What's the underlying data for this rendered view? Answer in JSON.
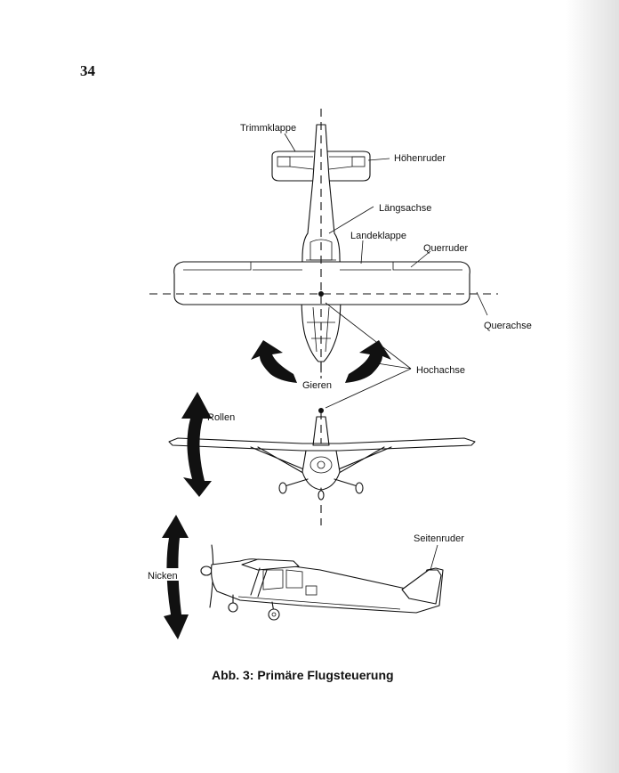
{
  "page_number": "34",
  "caption": "Abb. 3: Primäre Flugsteuerung",
  "labels": {
    "trimmklappe": "Trimmklappe",
    "hoehenruder": "Höhenruder",
    "laengsachse": "Längsachse",
    "landeklappe": "Landeklappe",
    "querruder": "Querruder",
    "querachse": "Querachse",
    "hochachse": "Hochachse",
    "gieren": "Gieren",
    "rollen": "Rollen",
    "nicken": "Nicken",
    "seitenruder": "Seitenruder"
  }
}
